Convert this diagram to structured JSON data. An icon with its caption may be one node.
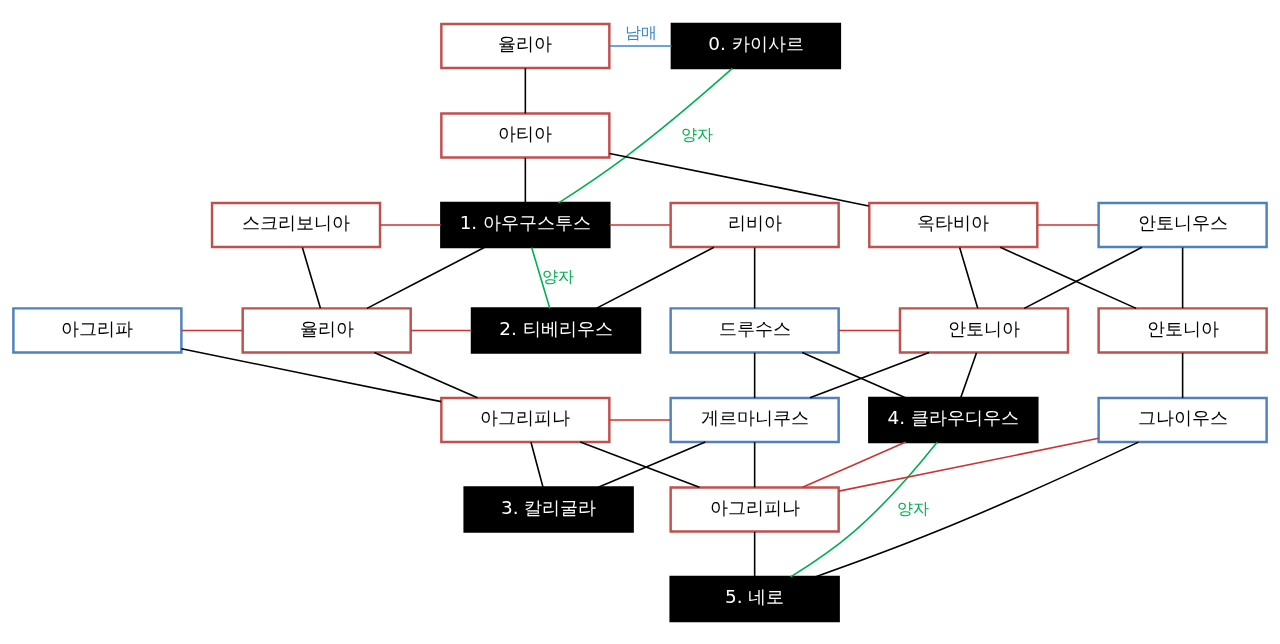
{
  "diagram": {
    "nodes": [
      {
        "text": [
          "율리아"
        ]
      },
      {
        "text": [
          "0. 카이사르"
        ]
      },
      {
        "text": [
          "아티아"
        ]
      },
      {
        "text": [
          "스크리보니아"
        ]
      },
      {
        "text": [
          "1. 아우구스투스"
        ]
      },
      {
        "text": [
          "리비아"
        ]
      },
      {
        "text": [
          "옥타비아"
        ]
      },
      {
        "text": [
          "안토니우스"
        ]
      },
      {
        "text": [
          "아그리파"
        ]
      },
      {
        "text": [
          "율리아"
        ]
      },
      {
        "text": [
          "2. 티베리우스"
        ]
      },
      {
        "text": [
          "드루수스"
        ]
      },
      {
        "text": [
          "안토니아"
        ]
      },
      {
        "text": [
          "안토니아"
        ]
      },
      {
        "text": [
          "아그리피나"
        ]
      },
      {
        "text": [
          "게르마니쿠스"
        ]
      },
      {
        "text": [
          "4. 클라우디우스"
        ]
      },
      {
        "text": [
          "그나이우스"
        ]
      },
      {
        "text": [
          "3. 칼리굴라"
        ]
      },
      {
        "text": [
          "아그리피나"
        ]
      },
      {
        "text": [
          "5. 네로"
        ]
      }
    ],
    "edges": [
      {
        "from": 0,
        "to": 1,
        "arrow": "none",
        "label": "남매",
        "color": "#3a87c8"
      },
      {
        "from": 0,
        "to": 2,
        "arrow": "none"
      },
      {
        "from": 1,
        "to": 4,
        "arrow": "none",
        "label": "양자",
        "color": "#00b050"
      },
      {
        "from": 2,
        "to": 4,
        "arrow": "none"
      },
      {
        "from": 2,
        "to": 6,
        "arrow": "none"
      },
      {
        "from": 3,
        "to": 4,
        "arrow": "none",
        "color": "#cc3333"
      },
      {
        "from": 4,
        "to": 5,
        "arrow": "none",
        "color": "#cc3333"
      },
      {
        "from": 6,
        "to": 7,
        "arrow": "none",
        "color": "#cc3333"
      },
      {
        "from": 3,
        "to": 9,
        "arrow": "none"
      },
      {
        "from": 4,
        "to": 9,
        "arrow": "none"
      },
      {
        "from": 4,
        "to": 10,
        "arrow": "none",
        "label": "양자",
        "color": "#00b050"
      },
      {
        "from": 5,
        "to": 10,
        "arrow": "none"
      },
      {
        "from": 5,
        "to": 11,
        "arrow": "none"
      },
      {
        "from": 6,
        "to": 12,
        "arrow": "none"
      },
      {
        "from": 7,
        "to": 12,
        "arrow": "none"
      },
      {
        "from": 6,
        "to": 13,
        "arrow": "none"
      },
      {
        "from": 7,
        "to": 13,
        "arrow": "none"
      },
      {
        "from": 8,
        "to": 9,
        "arrow": "none",
        "color": "#cc3333"
      },
      {
        "from": 9,
        "to": 10,
        "arrow": "none",
        "color": "#cc3333"
      },
      {
        "from": 11,
        "to": 12,
        "arrow": "none",
        "color": "#cc3333"
      },
      {
        "from": 8,
        "to": 14,
        "arrow": "none"
      },
      {
        "from": 9,
        "to": 14,
        "arrow": "none"
      },
      {
        "from": 11,
        "to": 15,
        "arrow": "none"
      },
      {
        "from": 12,
        "to": 15,
        "arrow": "none"
      },
      {
        "from": 11,
        "to": 16,
        "arrow": "none"
      },
      {
        "from": 12,
        "to": 16,
        "arrow": "none"
      },
      {
        "from": 13,
        "to": 17,
        "arrow": "none"
      },
      {
        "from": 14,
        "to": 15,
        "arrow": "none",
        "color": "#cc3333"
      },
      {
        "from": 14,
        "to": 18,
        "arrow": "none"
      },
      {
        "from": 15,
        "to": 18,
        "arrow": "none"
      },
      {
        "from": 14,
        "to": 19,
        "arrow": "none"
      },
      {
        "from": 15,
        "to": 19,
        "arrow": "none"
      },
      {
        "from": 16,
        "to": 19,
        "arrow": "none",
        "color": "#cc3333"
      },
      {
        "from": 17,
        "to": 19,
        "arrow": "none",
        "color": "#cc3333"
      },
      {
        "from": 16,
        "to": 20,
        "arrow": "none",
        "label": "양자",
        "color": "#00b050"
      },
      {
        "from": 19,
        "to": 20,
        "arrow": "none"
      },
      {
        "from": 17,
        "to": 20,
        "arrow": "none"
      }
    ]
  }
}
